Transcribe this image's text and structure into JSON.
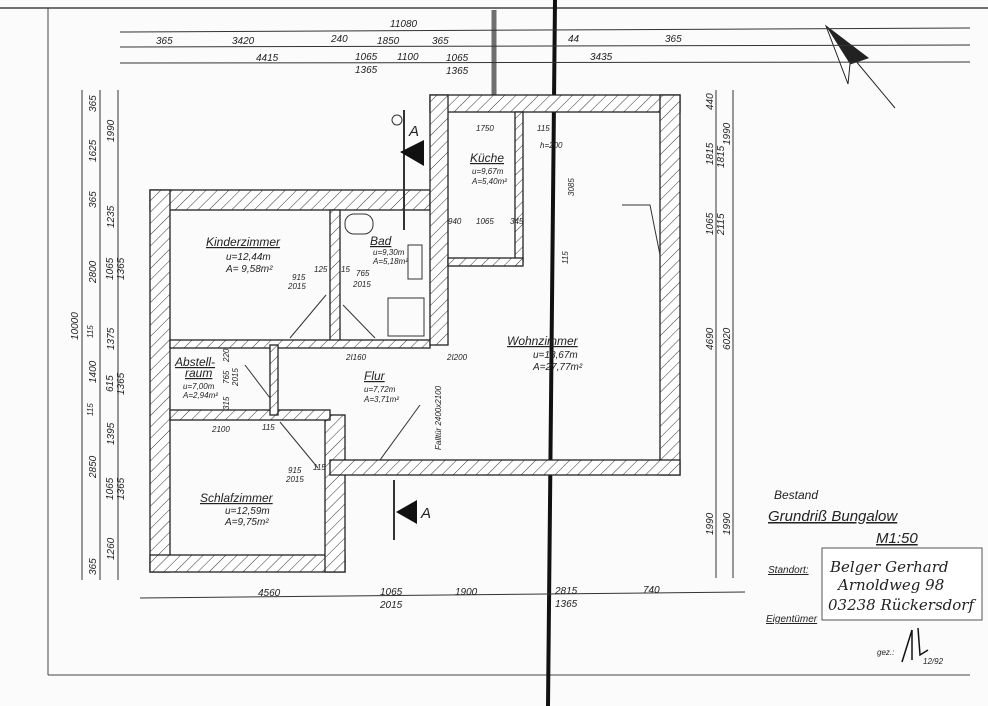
{
  "title_block": {
    "status": "Bestand",
    "title": "Grundriß Bungalow",
    "scale": "M1:50",
    "location_label": "Standort:",
    "owner_label": "Eigentümer",
    "owner_name": "Belger Gerhard",
    "owner_street": "Arnoldweg 98",
    "owner_city": "03238 Rückersdorf",
    "drawn_label": "gez.:",
    "drawn_date": "12/92"
  },
  "section_marker": "A",
  "dimensions": {
    "top_total": "11080",
    "top_row": [
      "365",
      "3420",
      "240",
      "1850",
      "365",
      "44",
      "365"
    ],
    "top_row2": [
      "4415",
      "1065",
      "1365",
      "1100",
      "1065",
      "1365",
      "3435"
    ],
    "left_total": "10000",
    "left_row": [
      "365",
      "1625",
      "365",
      "2800",
      "115",
      "1400",
      "115",
      "2850",
      "365"
    ],
    "left_row2": [
      "1990",
      "1235",
      "1065",
      "1365",
      "1375",
      "615",
      "1365",
      "1395",
      "1065",
      "1365",
      "1260"
    ],
    "right_row": [
      "440",
      "1815",
      "1065",
      "4690",
      "1990"
    ],
    "right_row2": [
      "1990",
      "1815",
      "2115",
      "6020",
      "1990"
    ],
    "bottom_row": [
      "4560",
      "1065",
      "2015",
      "1900",
      "2815",
      "1365",
      "740"
    ]
  },
  "rooms": {
    "kinderzimmer": {
      "name": "Kinderzimmer",
      "u": "u=12,44m",
      "a": "A= 9,58m²"
    },
    "bad": {
      "name": "Bad",
      "u": "u=9,30m",
      "a": "A=5,18m²"
    },
    "kueche": {
      "name": "Küche",
      "u": "u=9,67m",
      "a": "A=5,40m²"
    },
    "wohnzimmer": {
      "name": "Wohnzimmer",
      "u": "u=18,67m",
      "a": "A=27,77m²"
    },
    "abstellraum": {
      "name1": "Abstell-",
      "name2": "raum",
      "u": "u=7,00m",
      "a": "A=2,94m²"
    },
    "flur": {
      "name": "Flur",
      "u": "u=7,72m",
      "a": "A=3,71m²"
    },
    "schlafzimmer": {
      "name": "Schlafzimmer",
      "u": "u=12,59m",
      "a": "A=9,75m²"
    }
  },
  "annotations": {
    "kinder_door": [
      "915",
      "2015",
      "125"
    ],
    "bad_door": [
      "15",
      "765",
      "2015"
    ],
    "kueche_top": [
      "1750",
      "115",
      "h=200"
    ],
    "kueche_bottom": [
      "940",
      "1065",
      "345"
    ],
    "wohn_height": "3085",
    "wohn_small": "115",
    "flur_door1": "2I160",
    "flur_door2": "2I200",
    "hatch": "Falltür 2400x2100",
    "abstell_dims": [
      "220",
      "765",
      "2015",
      "315"
    ],
    "schlaf_top": [
      "2100",
      "115"
    ],
    "schlaf_door": [
      "915",
      "2015",
      "115"
    ]
  }
}
